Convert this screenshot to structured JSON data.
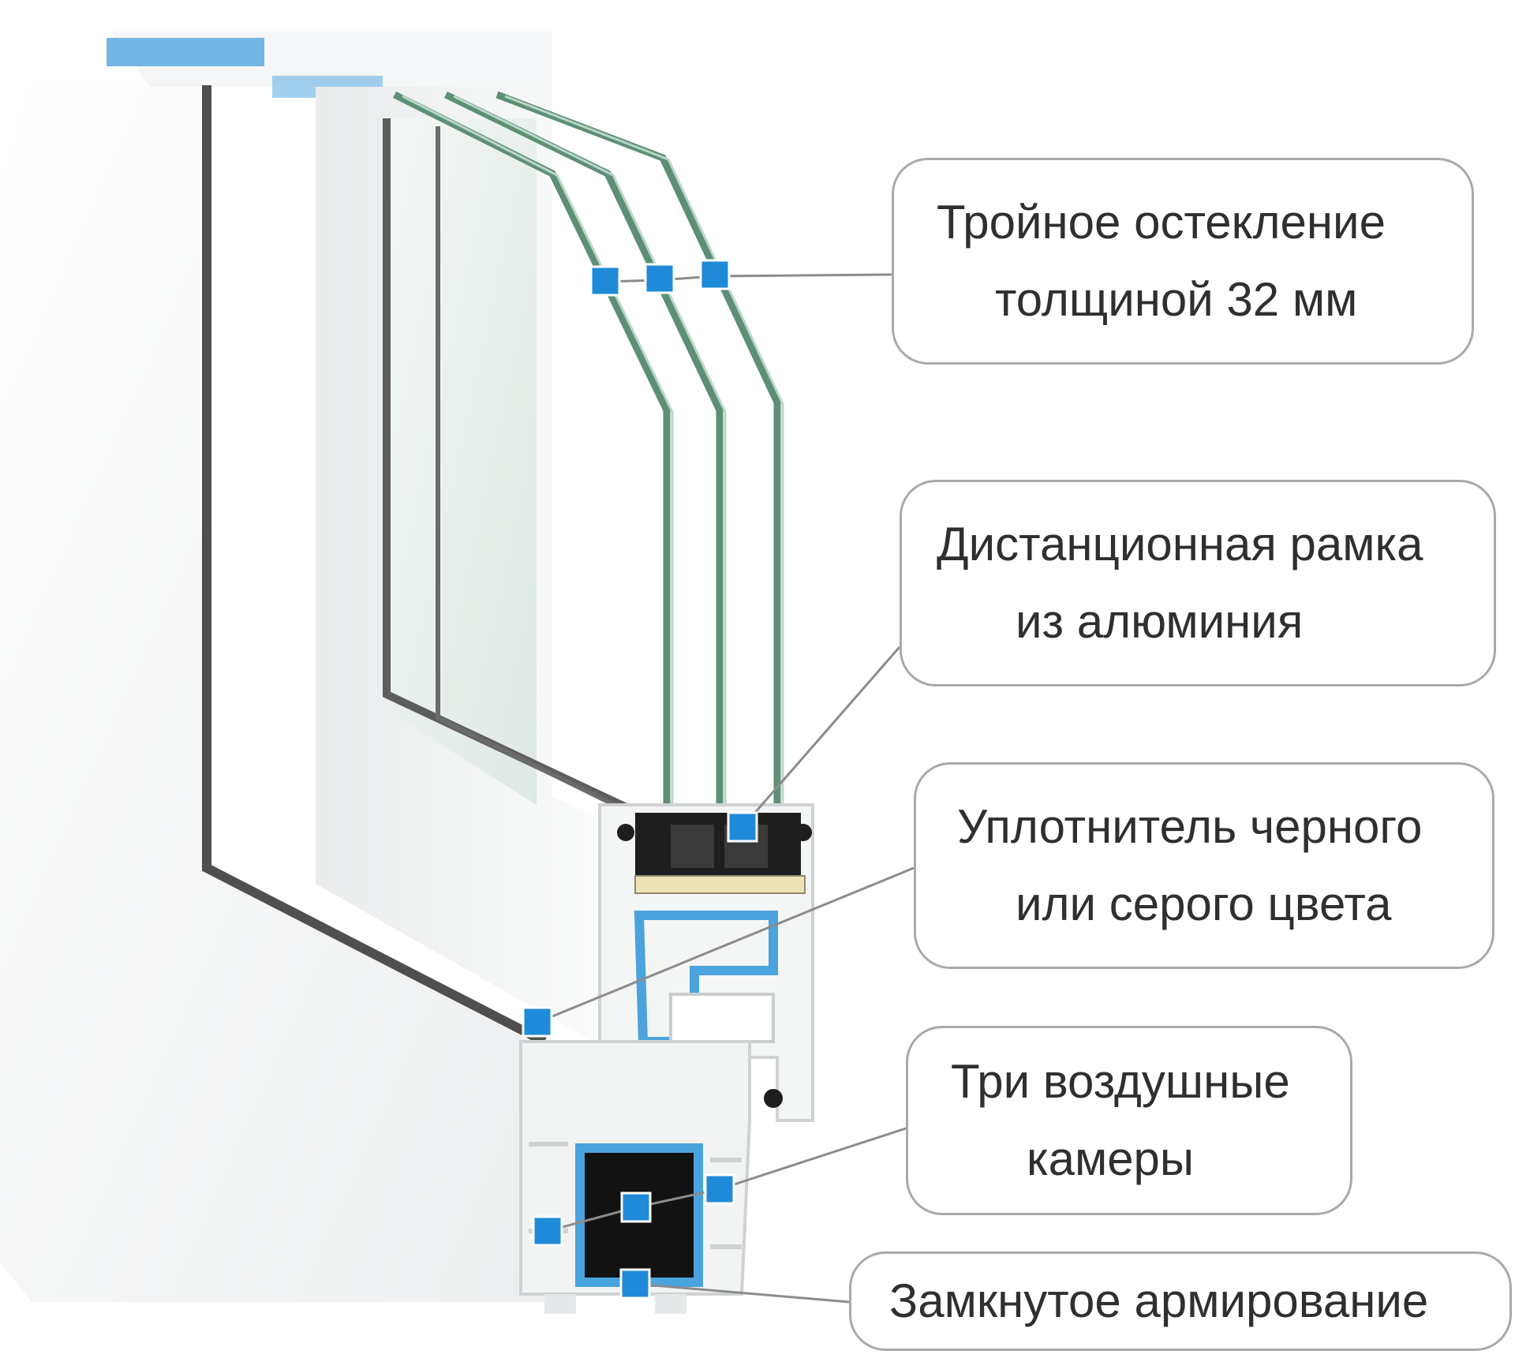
{
  "colors": {
    "marker": "#1f8ad8",
    "leader_line": "#8c8c8c",
    "callout_border": "#a9a9a9",
    "glass": "#6f9e86",
    "reinforcement": "#4aa3dc",
    "gasket": "#1e1e1e",
    "frame": "#f7f8f8"
  },
  "callouts": [
    {
      "id": "glazing",
      "lines": [
        "Тройное остекление",
        "толщиной 32 мм"
      ]
    },
    {
      "id": "spacer",
      "lines": [
        "Дистанционная рамка",
        "из алюминия"
      ]
    },
    {
      "id": "seal",
      "lines": [
        "Уплотнитель черного",
        "или серого цвета"
      ]
    },
    {
      "id": "chambers",
      "lines": [
        "Три воздушные",
        "камеры"
      ]
    },
    {
      "id": "reinforce",
      "lines": [
        "Замкнутое армирование"
      ]
    }
  ],
  "marker_icon": "square-marker-icon"
}
